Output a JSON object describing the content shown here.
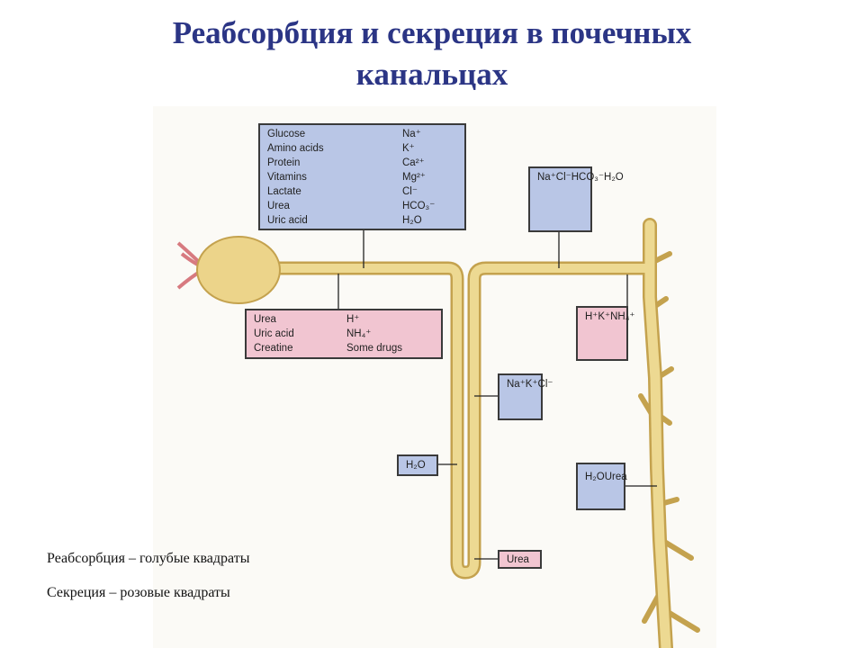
{
  "title": {
    "line1": "Реабсорбция и секреция в почечных",
    "line2": "канальцах"
  },
  "boxes": {
    "proximal_reabsorption": {
      "left": [
        "Glucose",
        "Amino acids",
        "Protein",
        "Vitamins",
        "Lactate",
        "Urea",
        "Uric acid"
      ],
      "right": [
        "Na⁺",
        "K⁺",
        "Ca²⁺",
        "Mg²⁺",
        "Cl⁻",
        "HCO₃⁻",
        "H₂O"
      ]
    },
    "distal_reabsorption": [
      "Na⁺",
      "Cl⁻",
      "HCO₃⁻",
      "H₂O"
    ],
    "proximal_secretion": {
      "left": [
        "Urea",
        "Uric acid",
        "Creatine"
      ],
      "right": [
        "H⁺",
        "NH₄⁺",
        "Some drugs"
      ]
    },
    "distal_secretion": [
      "H⁺",
      "K⁺",
      "NH₄⁺"
    ],
    "ascending_reabsorption": [
      "Na⁺",
      "K⁺",
      "Cl⁻"
    ],
    "descending_reabsorption": [
      "H₂O"
    ],
    "collecting_reabsorption": [
      "H₂O",
      "Urea"
    ],
    "loop_secretion": [
      "Urea"
    ]
  },
  "captions": {
    "reabsorption": "Реабсорбция – голубые квадраты",
    "secretion": "Секреция – розовые квадраты"
  },
  "colors": {
    "reabsorption": "#b9c6e6",
    "secretion": "#f1c5d1",
    "tubule": "#ecd890",
    "title": "#2b3585"
  }
}
